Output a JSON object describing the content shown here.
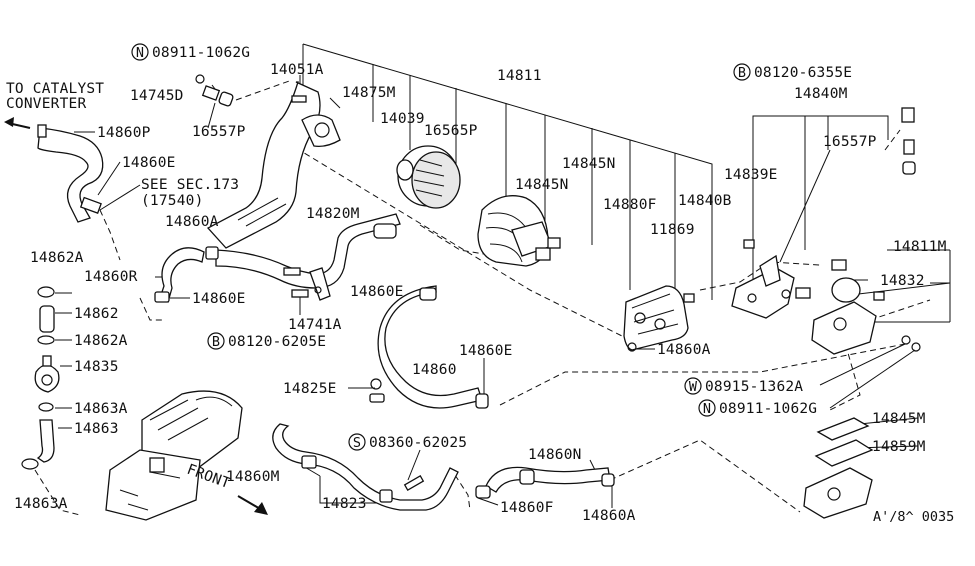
{
  "diagram": {
    "catalyst_note_line1": "TO CATALYST",
    "catalyst_note_line2": "CONVERTER",
    "see_sec_line1": "SEE SEC.173",
    "see_sec_line2": "(17540)",
    "front_label": "FRONT",
    "drawing_code": "A'/8^ 0035",
    "callout_N_letter": "N",
    "callout_B_letter": "B",
    "callout_S_letter": "S",
    "callout_W_letter": "W",
    "callouts": {
      "n_08911_top": "08911-1062G",
      "b_08120_6355E": "08120-6355E",
      "b_08120_6205E": "08120-6205E",
      "s_08360_62025": "08360-62025",
      "w_08915_1362A": "08915-1362A",
      "n_08911_bottom": "08911-1062G"
    },
    "parts": {
      "p14051A": "14051A",
      "p14745D": "14745D",
      "p14875M": "14875M",
      "p14811": "14811",
      "p14039": "14039",
      "p16565P": "16565P",
      "p16557P_left": "16557P",
      "p14860P": "14860P",
      "p14860E_a": "14860E",
      "p14860A_a": "14860A",
      "p14820M": "14820M",
      "p14860R": "14860R",
      "p14860E_b": "14860E",
      "p14741A": "14741A",
      "p14862A_a": "14862A",
      "p14862": "14862",
      "p14862A_b": "14862A",
      "p14835": "14835",
      "p14863A_a": "14863A",
      "p14863": "14863",
      "p14863A_b": "14863A",
      "p14860E_c": "14860E",
      "p14845N_a": "14845N",
      "p14845N_b": "14845N",
      "p14880F": "14880F",
      "p14840B": "14840B",
      "p11869": "11869",
      "p14860A_b": "14860A",
      "p14860E_d": "14860E",
      "p14860": "14860",
      "p14825E": "14825E",
      "p14840M": "14840M",
      "p16557P_right": "16557P",
      "p14839E": "14839E",
      "p14811M": "14811M",
      "p14832": "14832",
      "p14845M": "14845M",
      "p14859M": "14859M",
      "p14860M": "14860M",
      "p14823": "14823",
      "p14860N": "14860N",
      "p14860F": "14860F",
      "p14860A_c": "14860A"
    }
  }
}
